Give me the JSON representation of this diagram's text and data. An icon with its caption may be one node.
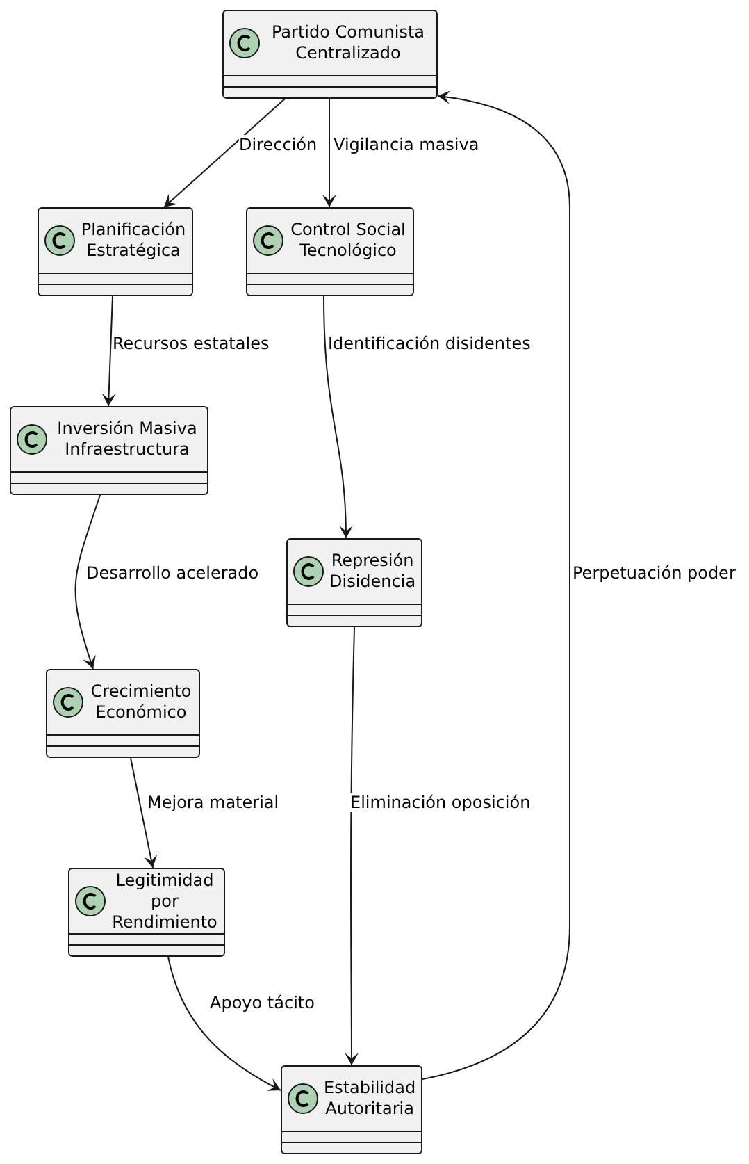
{
  "diagram": {
    "nodes": [
      {
        "text": [
          "Partido Comunista Centralizado"
        ]
      },
      {
        "text": [
          "Planificación Estratégica"
        ]
      },
      {
        "text": [
          "Control Social Tecnológico"
        ]
      },
      {
        "text": [
          "Inversión Masiva Infraestructura"
        ]
      },
      {
        "text": [
          "Represión Disidencia"
        ]
      },
      {
        "text": [
          "Crecimiento Económico"
        ]
      },
      {
        "text": [
          "Legitimidad por Rendimiento"
        ]
      },
      {
        "text": [
          "Estabilidad Autoritaria"
        ]
      }
    ],
    "edges": [
      {
        "from": 0,
        "to": 1,
        "arrow": "to",
        "label": "Dirección"
      },
      {
        "from": 0,
        "to": 2,
        "arrow": "to",
        "label": "Vigilancia masiva"
      },
      {
        "from": 1,
        "to": 3,
        "arrow": "to",
        "label": "Recursos estatales"
      },
      {
        "from": 2,
        "to": 4,
        "arrow": "to",
        "label": "Identificación disidentes"
      },
      {
        "from": 3,
        "to": 5,
        "arrow": "to",
        "label": "Desarrollo acelerado"
      },
      {
        "from": 5,
        "to": 6,
        "arrow": "to",
        "label": "Mejora material"
      },
      {
        "from": 6,
        "to": 7,
        "arrow": "to",
        "label": "Apoyo tácito"
      },
      {
        "from": 4,
        "to": 7,
        "arrow": "to",
        "label": "Eliminación oposición"
      },
      {
        "from": 7,
        "to": 0,
        "arrow": "to",
        "label": "Perpetuación poder"
      }
    ]
  }
}
